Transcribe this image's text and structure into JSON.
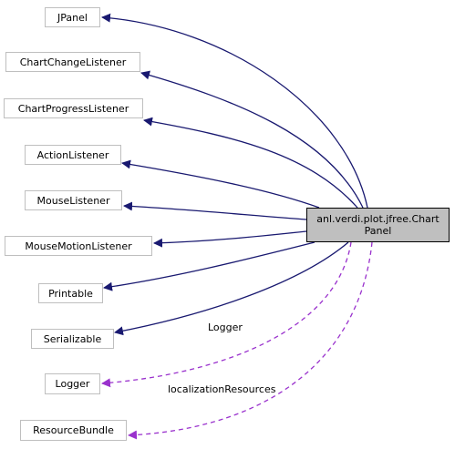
{
  "diagram": {
    "main_node": {
      "line1": "anl.verdi.plot.jfree.Chart",
      "line2": "Panel"
    },
    "nodes": [
      {
        "id": "jpanel",
        "label": "JPanel"
      },
      {
        "id": "chartchange",
        "label": "ChartChangeListener"
      },
      {
        "id": "chartprogress",
        "label": "ChartProgressListener"
      },
      {
        "id": "action",
        "label": "ActionListener"
      },
      {
        "id": "mouse",
        "label": "MouseListener"
      },
      {
        "id": "mousemotion",
        "label": "MouseMotionListener"
      },
      {
        "id": "printable",
        "label": "Printable"
      },
      {
        "id": "serializable",
        "label": "Serializable"
      },
      {
        "id": "logger",
        "label": "Logger"
      },
      {
        "id": "resourcebundle",
        "label": "ResourceBundle"
      }
    ],
    "edge_labels": {
      "logger": "Logger",
      "resources": "localizationResources"
    },
    "colors": {
      "inheritance": "#191970",
      "usage": "#9a32cd",
      "main_fill": "#bfbfbf",
      "node_border": "#bfbfbf"
    }
  }
}
